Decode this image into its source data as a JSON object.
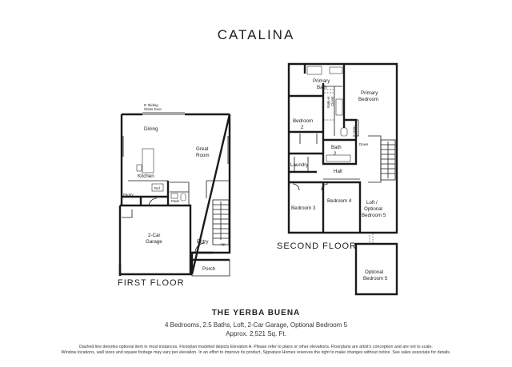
{
  "plan_title": "CATALINA",
  "first_floor": {
    "label": "FIRST FLOOR",
    "rooms": {
      "dining": "Dining",
      "great_room_1": "Great",
      "great_room_2": "Room",
      "kitchen": "Kitchen",
      "pantry": "Pantry",
      "ref": "Ref",
      "pwdr": "Pwdr",
      "garage_1": "2-Car",
      "garage_2": "Garage",
      "entry": "Entry",
      "porch": "Porch",
      "up": "Up",
      "door_note_1": "8' Sliding",
      "door_note_2": "Glass Door"
    }
  },
  "second_floor": {
    "label": "SECOND FLOOR",
    "rooms": {
      "primary_bath_1": "Primary",
      "primary_bath_2": "Bath",
      "primary_bedroom_1": "Primary",
      "primary_bedroom_2": "Bedroom",
      "walk_in_closet_1": "Walk-in",
      "walk_in_closet_2": "Closet",
      "bedroom2_1": "Bedroom",
      "bedroom2_2": "2",
      "bath2_1": "Bath",
      "bath2_2": "2",
      "laundry": "Laundry",
      "hall": "Hall",
      "linen": "Linen",
      "down": "Down",
      "bedroom3": "Bedroom 3",
      "bedroom4": "Bedroom 4",
      "loft_1": "Loft /",
      "loft_2": "Optional",
      "loft_3": "Bedroom 5",
      "optional_bedroom5_1": "Optional",
      "optional_bedroom5_2": "Bedroom 5"
    }
  },
  "model": {
    "name": "THE YERBA BUENA",
    "specs": "4 Bedrooms, 2.5 Baths, Loft, 2-Car Garage, Optional Bedroom 5",
    "sqft": "Approx. 2,521 Sq. Ft."
  },
  "disclaimer": {
    "line1": "Dashed line denotes optional item in most instances. Floorplan modeled depicts Elevation A. Please refer to plans or other elevations. Floorplans are artist's conception and are not to scale.",
    "line2": "Window locations, wall sizes and square footage may vary per elevation. In an effort to improve its product, Signature Homes reserves the right to make changes without notice. See sales associate for details."
  }
}
